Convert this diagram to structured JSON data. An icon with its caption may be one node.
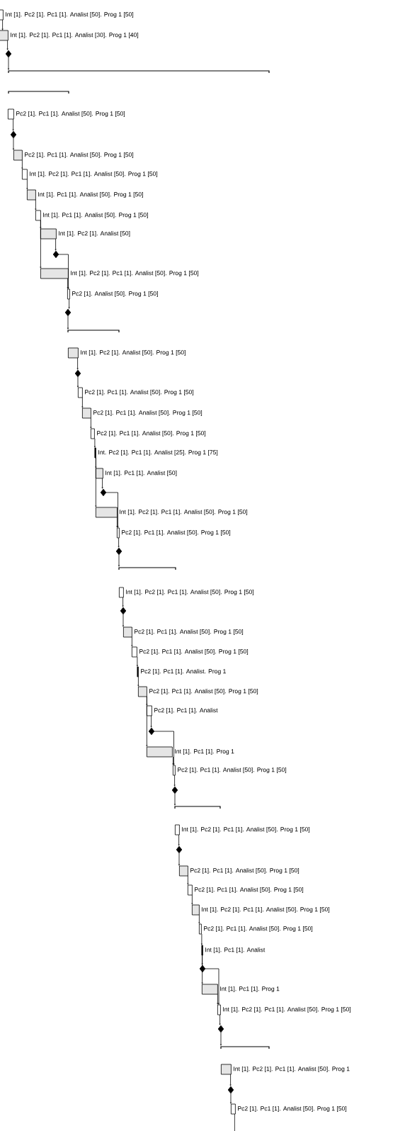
{
  "diagram": {
    "nodes": [
      {
        "text": [],
        "shape": "box",
        "beside": [
          "Int [1]. Pc2 [1]. Pc1 [1]. Analist [50]. Prog 1 [50]"
        ]
      },
      {
        "text": [],
        "shape": "box",
        "beside": [
          "Int [1]. Pc2 [1]. Pc1 [1]. Analist [30]. Prog 1 [40]"
        ]
      },
      {
        "text": [],
        "shape": "diamond"
      },
      {
        "text": [],
        "shape": "bar"
      },
      {
        "text": [],
        "shape": "bar"
      },
      {
        "text": [],
        "shape": "box",
        "beside": [
          "Pc2 [1]. Pc1 [1]. Analist [50]. Prog 1 [50]"
        ]
      },
      {
        "text": [],
        "shape": "diamond"
      },
      {
        "text": [],
        "shape": "box",
        "beside": [
          "Pc2 [1]. Pc1 [1]. Analist [50]. Prog 1 [50]"
        ]
      },
      {
        "text": [],
        "shape": "box",
        "beside": [
          "Int [1]. Pc2 [1]. Pc1 [1]. Analist [50]. Prog 1 [50]"
        ]
      },
      {
        "text": [],
        "shape": "box",
        "beside": [
          "Int [1]. Pc1 [1]. Analist [50]. Prog 1 [50]"
        ]
      },
      {
        "text": [],
        "shape": "box",
        "beside": [
          "Int [1]. Pc1 [1]. Analist [50]. Prog 1 [50]"
        ]
      },
      {
        "text": [],
        "shape": "box",
        "beside": [
          "Int [1]. Pc2 [1]. Analist [50]"
        ]
      },
      {
        "text": [],
        "shape": "diamond"
      },
      {
        "text": [],
        "shape": "box",
        "beside": [
          "Int [1]. Pc2 [1]. Pc1 [1]. Analist [50]. Prog 1 [50]"
        ]
      },
      {
        "text": [],
        "shape": "box",
        "beside": [
          "Pc2 [1]. Analist [50]. Prog 1 [50]"
        ]
      },
      {
        "text": [],
        "shape": "diamond"
      },
      {
        "text": [],
        "shape": "bar"
      },
      {
        "text": [],
        "shape": "box",
        "beside": [
          "Int [1]. Pc2 [1]. Analist [50]. Prog 1 [50]"
        ]
      },
      {
        "text": [],
        "shape": "diamond"
      },
      {
        "text": [],
        "shape": "box",
        "beside": [
          "Pc2 [1]. Pc1 [1]. Analist [50]. Prog 1 [50]"
        ]
      },
      {
        "text": [],
        "shape": "box",
        "beside": [
          "Pc2 [1]. Pc1 [1]. Analist [50]. Prog 1 [50]"
        ]
      },
      {
        "text": [],
        "shape": "box",
        "beside": [
          "Pc2 [1]. Pc1 [1]. Analist [50]. Prog 1 [50]"
        ]
      },
      {
        "text": [],
        "shape": "bar",
        "beside": [
          "Int. Pc2 [1]. Pc1 [1]. Analist [25]. Prog 1 [75]"
        ]
      },
      {
        "text": [],
        "shape": "box",
        "beside": [
          "Int [1]. Pc1 [1]. Analist [50]"
        ]
      },
      {
        "text": [],
        "shape": "diamond"
      },
      {
        "text": [],
        "shape": "box",
        "beside": [
          "Int [1]. Pc2 [1]. Pc1 [1]. Analist [50]. Prog 1 [50]"
        ]
      },
      {
        "text": [],
        "shape": "box",
        "beside": [
          "Pc2 [1]. Pc1 [1]. Analist [50]. Prog 1 [50]"
        ]
      },
      {
        "text": [],
        "shape": "diamond"
      },
      {
        "text": [],
        "shape": "bar"
      },
      {
        "text": [],
        "shape": "box",
        "beside": [
          "Int [1]. Pc2 [1]. Pc1 [1]. Analist [50]. Prog 1 [50]"
        ]
      },
      {
        "text": [],
        "shape": "diamond"
      },
      {
        "text": [],
        "shape": "box",
        "beside": [
          "Pc2 [1]. Pc1 [1]. Analist [50]. Prog 1 [50]"
        ]
      },
      {
        "text": [],
        "shape": "box",
        "beside": [
          "Pc2 [1]. Pc1 [1]. Analist [50]. Prog 1 [50]"
        ]
      },
      {
        "text": [],
        "shape": "bar",
        "beside": [
          "Pc2 [1]. Pc1 [1]. Analist. Prog 1"
        ]
      },
      {
        "text": [],
        "shape": "box",
        "beside": [
          "Pc2 [1]. Pc1 [1]. Analist [50]. Prog 1 [50]"
        ]
      },
      {
        "text": [],
        "shape": "box",
        "beside": [
          "Pc2 [1]. Pc1 [1]. Analist"
        ]
      },
      {
        "text": [],
        "shape": "diamond"
      },
      {
        "text": [],
        "shape": "box",
        "beside": [
          "Int [1]. Pc1 [1]. Prog 1"
        ]
      },
      {
        "text": [],
        "shape": "box",
        "beside": [
          "Pc2 [1]. Pc1 [1]. Analist [50]. Prog 1 [50]"
        ]
      },
      {
        "text": [],
        "shape": "diamond"
      },
      {
        "text": [],
        "shape": "bar"
      },
      {
        "text": [],
        "shape": "box",
        "beside": [
          "Int [1]. Pc2 [1]. Pc1 [1]. Analist [50]. Prog 1 [50]"
        ]
      },
      {
        "text": [],
        "shape": "diamond"
      },
      {
        "text": [],
        "shape": "box",
        "beside": [
          "Pc2 [1]. Pc1 [1]. Analist [50]. Prog 1 [50]"
        ]
      },
      {
        "text": [],
        "shape": "box",
        "beside": [
          "Pc2 [1]. Pc1 [1]. Analist [50]. Prog 1 [50]"
        ]
      },
      {
        "text": [],
        "shape": "box",
        "beside": [
          "Int [1]. Pc2 [1]. Pc1 [1]. Analist [50]. Prog 1 [50]"
        ]
      },
      {
        "text": [],
        "shape": "box",
        "beside": [
          "Pc2 [1]. Pc1 [1]. Analist [50]. Prog 1 [50]"
        ]
      },
      {
        "text": [],
        "shape": "bar",
        "beside": [
          "Int [1]. Pc1 [1]. Analist"
        ]
      },
      {
        "text": [],
        "shape": "diamond"
      },
      {
        "text": [],
        "shape": "box",
        "beside": [
          "Int [1]. Pc1 [1]. Prog 1"
        ]
      },
      {
        "text": [],
        "shape": "box",
        "beside": [
          "Int [1]. Pc2 [1]. Pc1 [1]. Analist [50]. Prog 1 [50]"
        ]
      },
      {
        "text": [],
        "shape": "diamond"
      },
      {
        "text": [],
        "shape": "bar"
      },
      {
        "text": [],
        "shape": "box",
        "beside": [
          "Int [1]. Pc2 [1]. Pc1 [1]. Analist [50]. Prog 1"
        ]
      },
      {
        "text": [],
        "shape": "diamond"
      },
      {
        "text": [],
        "shape": "box",
        "beside": [
          "Pc2 [1]. Pc1 [1]. Analist [50]. Prog 1 [50]"
        ]
      }
    ],
    "edges": [
      {
        "from": 0,
        "to": 1,
        "arrow": "to"
      },
      {
        "from": 1,
        "to": 2,
        "arrow": "to"
      },
      {
        "from": 2,
        "to": 3,
        "arrow": "to"
      },
      {
        "from": 5,
        "to": 6,
        "arrow": "to"
      },
      {
        "from": 6,
        "to": 7,
        "arrow": "to"
      },
      {
        "from": 7,
        "to": 8,
        "arrow": "to"
      },
      {
        "from": 8,
        "to": 9,
        "arrow": "to"
      },
      {
        "from": 9,
        "to": 10,
        "arrow": "to"
      },
      {
        "from": 10,
        "to": 11,
        "arrow": "to"
      },
      {
        "from": 10,
        "to": 13,
        "arrow": "to"
      },
      {
        "from": 11,
        "to": 12,
        "arrow": "to"
      },
      {
        "from": 12,
        "to": 14,
        "arrow": "to"
      },
      {
        "from": 13,
        "to": 14,
        "arrow": "to"
      },
      {
        "from": 14,
        "to": 15,
        "arrow": "to"
      },
      {
        "from": 15,
        "to": 16,
        "arrow": "to"
      },
      {
        "from": 17,
        "to": 18,
        "arrow": "to"
      },
      {
        "from": 18,
        "to": 19,
        "arrow": "to"
      },
      {
        "from": 19,
        "to": 20,
        "arrow": "to"
      },
      {
        "from": 20,
        "to": 21,
        "arrow": "to"
      },
      {
        "from": 21,
        "to": 22,
        "arrow": "to"
      },
      {
        "from": 22,
        "to": 23,
        "arrow": "to"
      },
      {
        "from": 22,
        "to": 25,
        "arrow": "to"
      },
      {
        "from": 23,
        "to": 24,
        "arrow": "to"
      },
      {
        "from": 24,
        "to": 26,
        "arrow": "to"
      },
      {
        "from": 25,
        "to": 26,
        "arrow": "to"
      },
      {
        "from": 26,
        "to": 27,
        "arrow": "to"
      },
      {
        "from": 27,
        "to": 28,
        "arrow": "to"
      },
      {
        "from": 29,
        "to": 30,
        "arrow": "to"
      },
      {
        "from": 30,
        "to": 31,
        "arrow": "to"
      },
      {
        "from": 31,
        "to": 32,
        "arrow": "to"
      },
      {
        "from": 32,
        "to": 33,
        "arrow": "to"
      },
      {
        "from": 33,
        "to": 34,
        "arrow": "to"
      },
      {
        "from": 34,
        "to": 35,
        "arrow": "to"
      },
      {
        "from": 34,
        "to": 37,
        "arrow": "to"
      },
      {
        "from": 35,
        "to": 36,
        "arrow": "to"
      },
      {
        "from": 36,
        "to": 38,
        "arrow": "to"
      },
      {
        "from": 37,
        "to": 38,
        "arrow": "to"
      },
      {
        "from": 38,
        "to": 39,
        "arrow": "to"
      },
      {
        "from": 39,
        "to": 40,
        "arrow": "to"
      },
      {
        "from": 41,
        "to": 42,
        "arrow": "to"
      },
      {
        "from": 42,
        "to": 43,
        "arrow": "to"
      },
      {
        "from": 43,
        "to": 44,
        "arrow": "to"
      },
      {
        "from": 44,
        "to": 45,
        "arrow": "to"
      },
      {
        "from": 45,
        "to": 46,
        "arrow": "to"
      },
      {
        "from": 46,
        "to": 47,
        "arrow": "to"
      },
      {
        "from": 47,
        "to": 48,
        "arrow": "to"
      },
      {
        "from": 47,
        "to": 49,
        "arrow": "to"
      },
      {
        "from": 48,
        "to": 50,
        "arrow": "to"
      },
      {
        "from": 49,
        "to": 50,
        "arrow": "to"
      },
      {
        "from": 50,
        "to": 51,
        "arrow": "to"
      },
      {
        "from": 51,
        "to": 52,
        "arrow": "to"
      },
      {
        "from": 53,
        "to": 54,
        "arrow": "to"
      },
      {
        "from": 54,
        "to": 55,
        "arrow": "to"
      },
      {
        "from": 55,
        "to": null,
        "arrow": "none"
      }
    ]
  }
}
